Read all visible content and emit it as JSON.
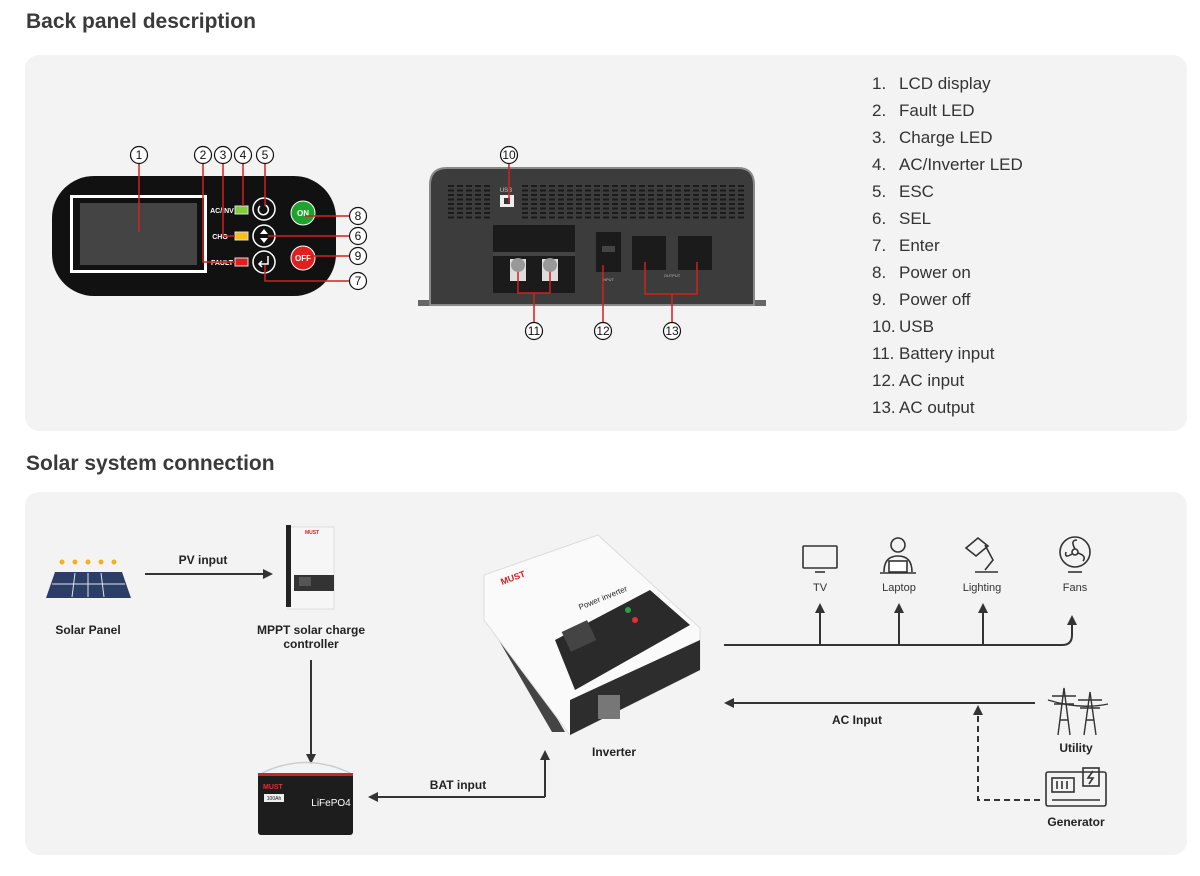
{
  "sections": {
    "back_panel_title": "Back panel description",
    "solar_title": "Solar system connection"
  },
  "back_panel_items": [
    {
      "num": "1.",
      "label": "LCD display"
    },
    {
      "num": "2.",
      "label": "Fault LED"
    },
    {
      "num": "3.",
      "label": "Charge LED"
    },
    {
      "num": "4.",
      "label": "AC/Inverter LED"
    },
    {
      "num": "5.",
      "label": "ESC"
    },
    {
      "num": "6.",
      "label": "SEL"
    },
    {
      "num": "7.",
      "label": "Enter"
    },
    {
      "num": "8.",
      "label": "Power on"
    },
    {
      "num": "9.",
      "label": "Power off"
    },
    {
      "num": "10.",
      "label": "USB"
    },
    {
      "num": "11.",
      "label": "Battery input"
    },
    {
      "num": "12.",
      "label": "AC input"
    },
    {
      "num": "13.",
      "label": "AC output"
    }
  ],
  "callouts": [
    "1",
    "2",
    "3",
    "4",
    "5",
    "6",
    "7",
    "8",
    "9",
    "10",
    "11",
    "12",
    "13"
  ],
  "front_panel": {
    "ac_inv": "AC/INV",
    "chg": "CHG",
    "fault": "FAULT",
    "on": "ON",
    "off": "OFF"
  },
  "back_device": {
    "usb": "USB",
    "input": "INPUT",
    "output": "OUTPUT"
  },
  "diagram": {
    "solar_panel": "Solar Panel",
    "pv_input": "PV input",
    "mppt_line1": "MPPT solar charge",
    "mppt_line2": "controller",
    "bat_input": "BAT input",
    "inverter": "Inverter",
    "inverter_brand": "MUST",
    "inverter_text": "Power inverter",
    "battery_brand": "MUST",
    "battery_capacity": "100Ah",
    "battery_type": "LiFePO4",
    "ac_input": "AC Input",
    "utility": "Utility",
    "generator": "Generator",
    "loads": [
      "TV",
      "Laptop",
      "Lighting",
      "Fans"
    ]
  },
  "colors": {
    "panel_bg": "#f3f3f3",
    "callout_line": "#d32020",
    "on": "#1fa22e",
    "off": "#e02020",
    "arrow": "#333333"
  }
}
